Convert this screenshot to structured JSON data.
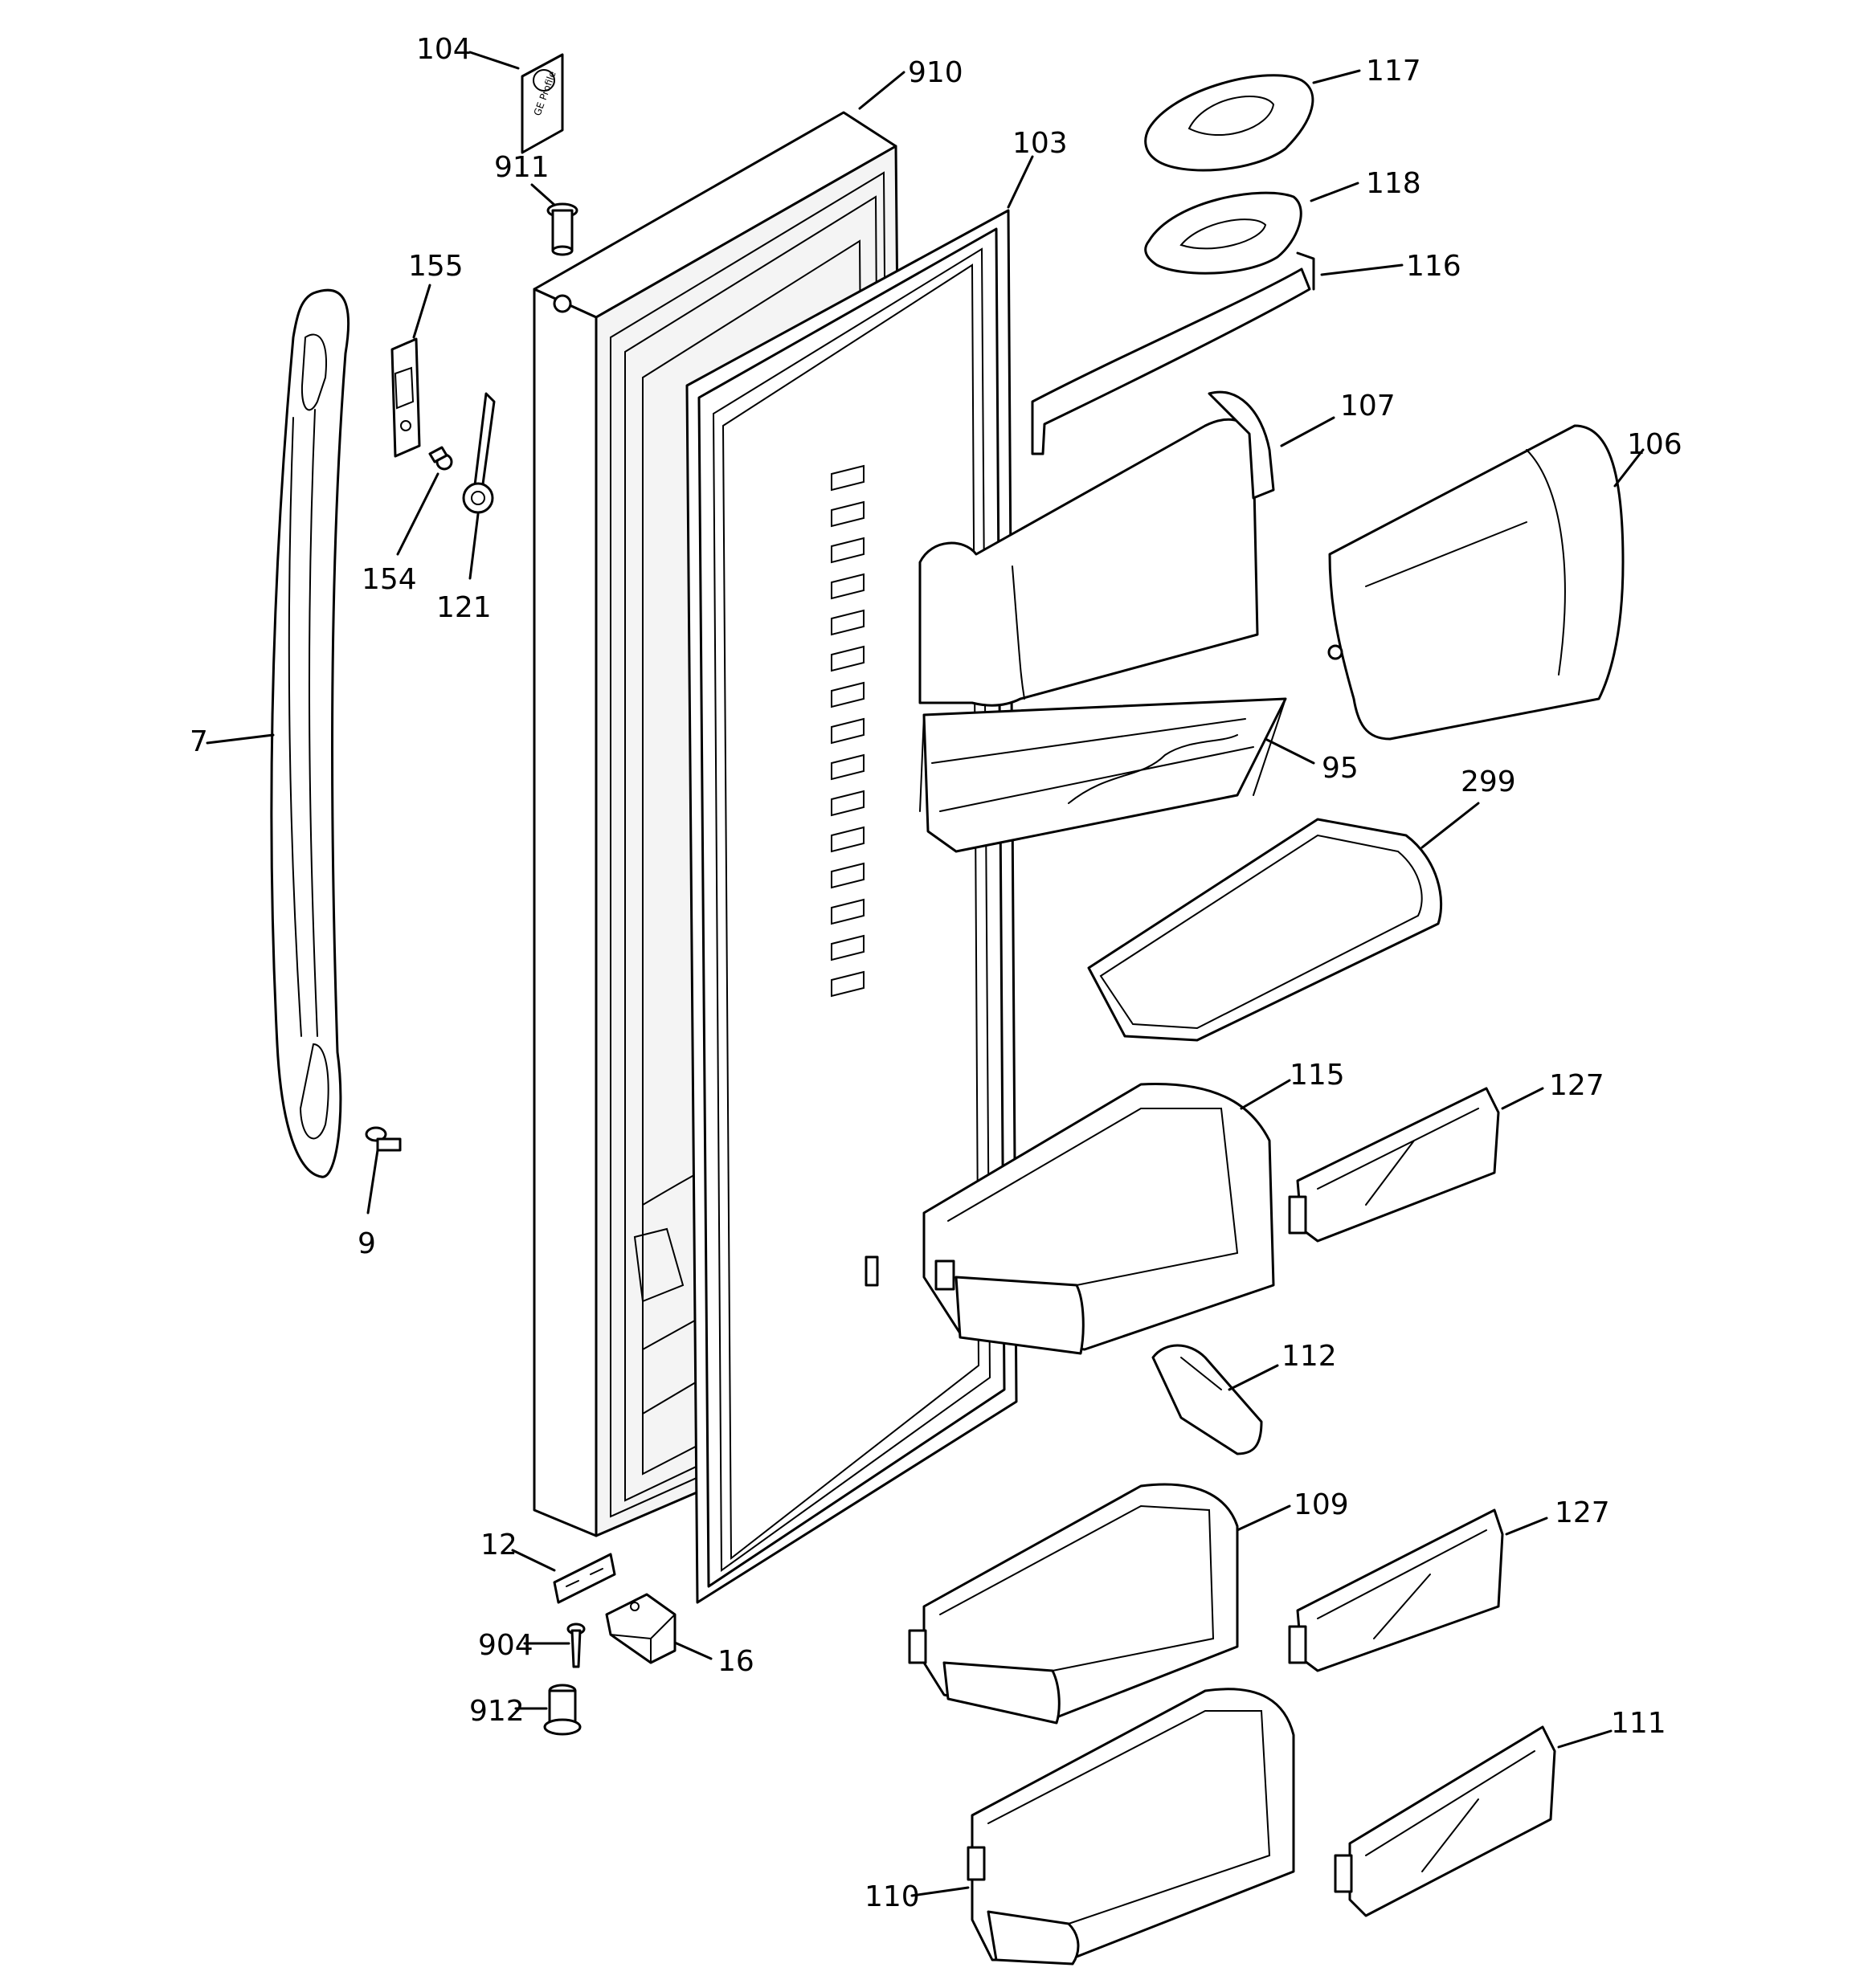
{
  "labels": {
    "p104": "104",
    "p910": "910",
    "p103": "103",
    "p911": "911",
    "p155": "155",
    "p154": "154",
    "p121": "121",
    "p7": "7",
    "p9": "9",
    "p117": "117",
    "p118": "118",
    "p116": "116",
    "p107": "107",
    "p106": "106",
    "p95": "95",
    "p299": "299",
    "p115": "115",
    "p127a": "127",
    "p112": "112",
    "p109": "109",
    "p127b": "127",
    "p111": "111",
    "p110": "110",
    "p12": "12",
    "p904": "904",
    "p912": "912",
    "p16": "16"
  },
  "logo_text": "GE Profile"
}
